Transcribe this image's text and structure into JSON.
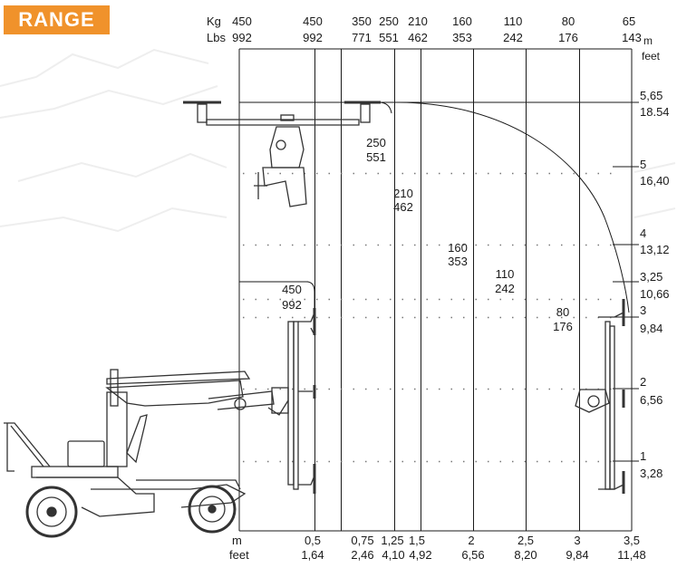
{
  "title": "RANGE",
  "units": {
    "kg": "Kg",
    "lbs": "Lbs",
    "m": "m",
    "feet": "feet"
  },
  "colors": {
    "accent": "#f0922b",
    "line": "#1a1a1a",
    "dots": "#777777",
    "machine": "#333333"
  },
  "top_loads": [
    {
      "kg": "450",
      "lbs": "992"
    },
    {
      "kg": "450",
      "lbs": "992"
    },
    {
      "kg": "350",
      "lbs": "771"
    },
    {
      "kg": "250",
      "lbs": "551"
    },
    {
      "kg": "210",
      "lbs": "462"
    },
    {
      "kg": "160",
      "lbs": "353"
    },
    {
      "kg": "110",
      "lbs": "242"
    },
    {
      "kg": "80",
      "lbs": "176"
    },
    {
      "kg": "65",
      "lbs": "143"
    }
  ],
  "reach": [
    {
      "m": "0,5",
      "ft": "1,64",
      "value": 0.5
    },
    {
      "m": "0,75",
      "ft": "2,46",
      "value": 0.75
    },
    {
      "m": "1,25",
      "ft": "4,10",
      "value": 1.25
    },
    {
      "m": "1,5",
      "ft": "4,92",
      "value": 1.5
    },
    {
      "m": "2",
      "ft": "6,56",
      "value": 2
    },
    {
      "m": "2,5",
      "ft": "8,20",
      "value": 2.5
    },
    {
      "m": "3",
      "ft": "9,84",
      "value": 3
    },
    {
      "m": "3,5",
      "ft": "11,48",
      "value": 3.5
    }
  ],
  "height": [
    {
      "m": "5,65",
      "ft": "18.54",
      "value": 5.65
    },
    {
      "m": "5",
      "ft": "16,40",
      "value": 5
    },
    {
      "m": "4",
      "ft": "13,12",
      "value": 4
    },
    {
      "m": "3,25",
      "ft": "10,66",
      "value": 3.25
    },
    {
      "m": "3",
      "ft": "9,84",
      "value": 3
    },
    {
      "m": "2",
      "ft": "6,56",
      "value": 2
    },
    {
      "m": "1",
      "ft": "3,28",
      "value": 1
    }
  ],
  "zone_labels": [
    {
      "kg": "450",
      "lbs": "992"
    },
    {
      "kg": "250",
      "lbs": "551"
    },
    {
      "kg": "210",
      "lbs": "462"
    },
    {
      "kg": "160",
      "lbs": "353"
    },
    {
      "kg": "110",
      "lbs": "242"
    },
    {
      "kg": "80",
      "lbs": "176"
    }
  ]
}
